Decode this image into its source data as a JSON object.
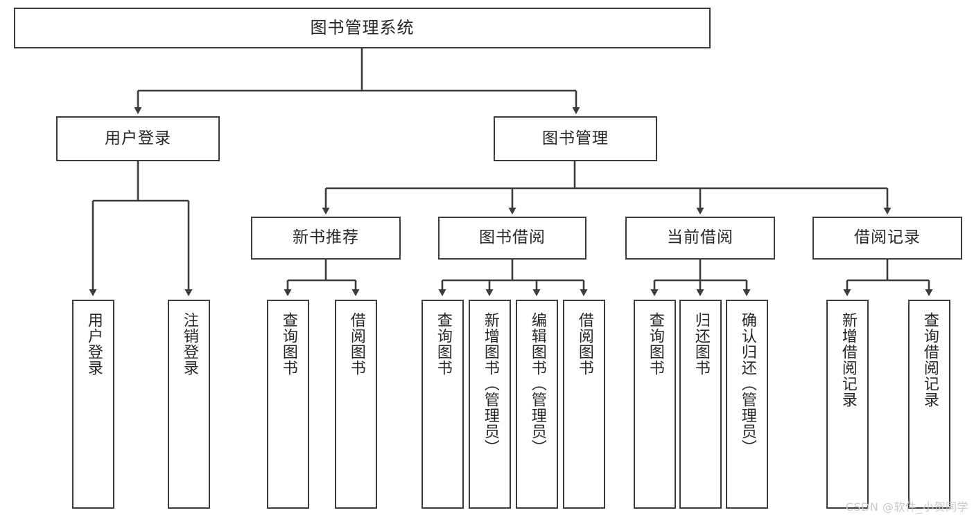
{
  "diagram": {
    "title": "图书管理系统",
    "type": "tree",
    "orientation": "top-down",
    "colors": {
      "box_border": "#3b3b3b",
      "box_fill": "#ffffff",
      "connector": "#3b3b3b",
      "text": "#262626",
      "watermark": "#c9c9c9",
      "background": "#ffffff"
    },
    "levels": {
      "level1": [
        {
          "id": "root",
          "label": "图书管理系统",
          "orientation": "horizontal"
        }
      ],
      "level2": [
        {
          "id": "user-login",
          "label": "用户登录",
          "orientation": "horizontal"
        },
        {
          "id": "book-manage",
          "label": "图书管理",
          "orientation": "horizontal"
        }
      ],
      "level3": [
        {
          "id": "new-book-recommend",
          "label": "新书推荐",
          "orientation": "horizontal",
          "parent": "book-manage"
        },
        {
          "id": "book-borrow",
          "label": "图书借阅",
          "orientation": "horizontal",
          "parent": "book-manage"
        },
        {
          "id": "current-borrow",
          "label": "当前借阅",
          "orientation": "horizontal",
          "parent": "book-manage"
        },
        {
          "id": "borrow-record",
          "label": "借阅记录",
          "orientation": "horizontal",
          "parent": "book-manage"
        }
      ],
      "level4": [
        {
          "id": "leaf-user-login",
          "label": "用户登录",
          "orientation": "vertical",
          "parent": "user-login"
        },
        {
          "id": "leaf-logout-login",
          "label": "注销登录",
          "orientation": "vertical",
          "parent": "user-login"
        },
        {
          "id": "leaf-query-book-1",
          "label": "查询图书",
          "orientation": "vertical",
          "parent": "new-book-recommend"
        },
        {
          "id": "leaf-borrow-book-1",
          "label": "借阅图书",
          "orientation": "vertical",
          "parent": "new-book-recommend"
        },
        {
          "id": "leaf-query-book-2",
          "label": "查询图书",
          "orientation": "vertical",
          "parent": "book-borrow"
        },
        {
          "id": "leaf-add-book",
          "label": "新增图书（管理员）",
          "orientation": "vertical",
          "parent": "book-borrow"
        },
        {
          "id": "leaf-edit-book",
          "label": "编辑图书（管理员）",
          "orientation": "vertical",
          "parent": "book-borrow"
        },
        {
          "id": "leaf-borrow-book-2",
          "label": "借阅图书",
          "orientation": "vertical",
          "parent": "book-borrow"
        },
        {
          "id": "leaf-query-book-3",
          "label": "查询图书",
          "orientation": "vertical",
          "parent": "current-borrow"
        },
        {
          "id": "leaf-return-book",
          "label": "归还图书",
          "orientation": "vertical",
          "parent": "current-borrow"
        },
        {
          "id": "leaf-confirm-return",
          "label": "确认归还（管理员）",
          "orientation": "vertical",
          "parent": "current-borrow"
        },
        {
          "id": "leaf-add-record",
          "label": "新增借阅记录",
          "orientation": "vertical",
          "parent": "borrow-record"
        },
        {
          "id": "leaf-query-record",
          "label": "查询借阅记录",
          "orientation": "vertical",
          "parent": "borrow-record"
        }
      ]
    }
  },
  "watermark": {
    "text": "CSDN @软件_小贺同学"
  }
}
